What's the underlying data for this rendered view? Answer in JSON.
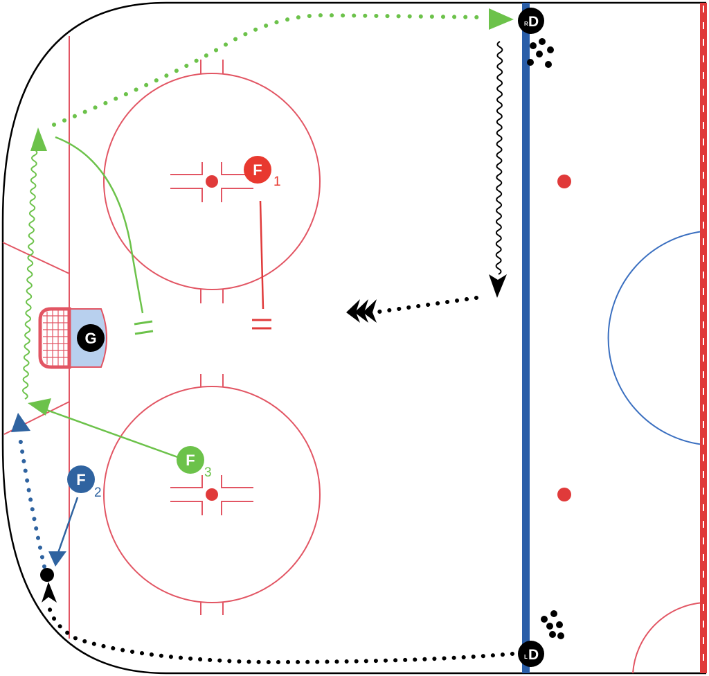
{
  "players": {
    "rd": {
      "letter": "D",
      "prefix": "R"
    },
    "ld": {
      "letter": "D",
      "prefix": "L"
    },
    "f1": {
      "letter": "F",
      "number": "1"
    },
    "f2": {
      "letter": "F",
      "number": "2"
    },
    "f3": {
      "letter": "F",
      "number": "3"
    },
    "g": {
      "letter": "G"
    }
  },
  "colors": {
    "rink_line": "#e25563",
    "blue_line": "#2a5ea8",
    "center_red": "#e03a3a",
    "green": "#6cc24a",
    "blue_player": "#2f63a0",
    "red_player": "#e8392f",
    "black": "#000000",
    "crease": "#b8d0ee"
  },
  "icons": [
    "puck-icon",
    "pucks-icon",
    "net-icon",
    "stick-icon"
  ]
}
